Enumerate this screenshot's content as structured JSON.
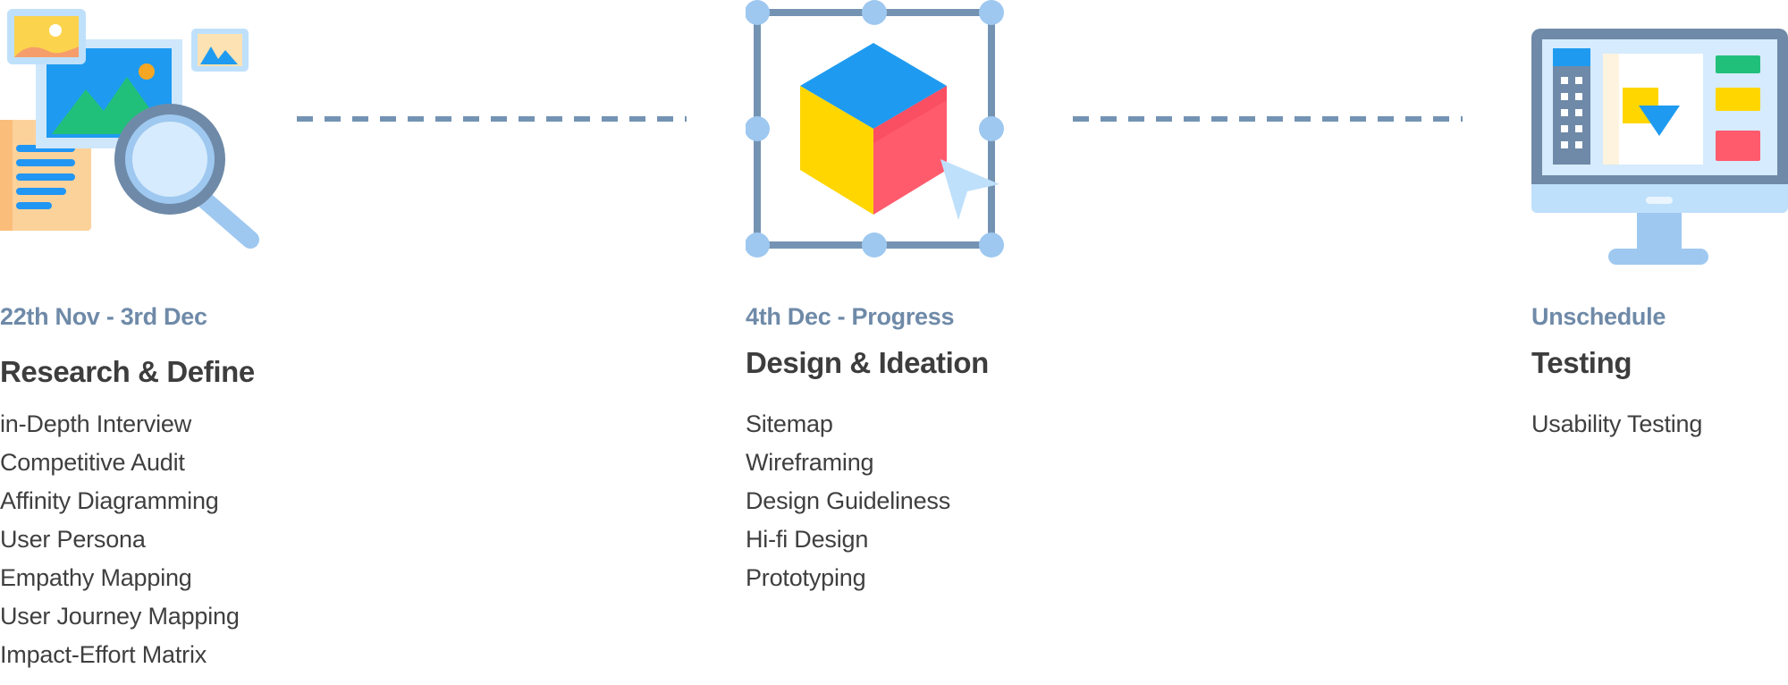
{
  "phases": [
    {
      "date": "22th Nov - 3rd Dec",
      "title": "Research & Define",
      "items": [
        "in-Depth Interview",
        "Competitive Audit",
        "Affinity Diagramming",
        "User Persona",
        "Empathy Mapping",
        "User Journey Mapping",
        "Impact-Effort Matrix"
      ],
      "icon": "research-magnifier-icon"
    },
    {
      "date": "4th Dec - Progress",
      "title": "Design & Ideation",
      "items": [
        "Sitemap",
        "Wireframing",
        "Design Guideliness",
        "Hi-fi Design",
        "Prototyping"
      ],
      "icon": "design-cube-icon"
    },
    {
      "date": "Unschedule",
      "title": "Testing",
      "items": [
        "Usability Testing"
      ],
      "icon": "testing-monitor-icon"
    }
  ],
  "colors": {
    "date_text": "#6f8aa8",
    "title_text": "#3d3d3d",
    "item_text": "#3f3f3f",
    "connector": "#7493b3"
  }
}
